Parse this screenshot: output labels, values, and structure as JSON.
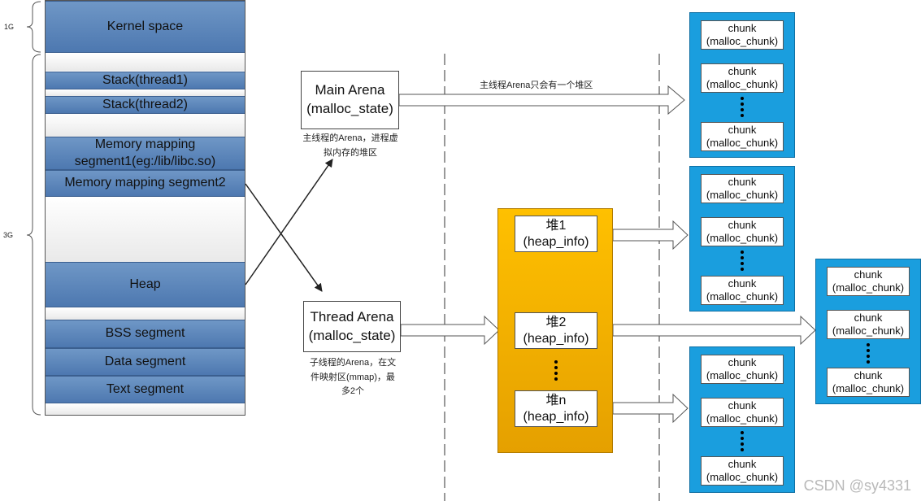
{
  "memory_layout": {
    "label_1g": "1G",
    "label_3g": "3G",
    "segments": {
      "kernel": "Kernel space",
      "stack1": "Stack(thread1)",
      "stack2": "Stack(thread2)",
      "mmap1_line1": "Memory mapping",
      "mmap1_line2": "segment1(eg:/lib/libc.so)",
      "mmap2": "Memory mapping segment2",
      "heap": "Heap",
      "bss": "BSS segment",
      "data": "Data segment",
      "text": "Text segment"
    }
  },
  "main_arena": {
    "line1": "Main Arena",
    "line2": "(malloc_state)",
    "note_line1": "主线程的Arena，进程虚",
    "note_line2": "拟内存的堆区",
    "arrow_label": "主线程Arena只会有一个堆区"
  },
  "thread_arena": {
    "line1": "Thread Arena",
    "line2": "(malloc_state)",
    "note_line1": "子线程的Arena，在文",
    "note_line2": "件映射区(mmap)，最",
    "note_line3": "多2个"
  },
  "heaps": [
    {
      "line1": "堆1",
      "line2": "(heap_info)"
    },
    {
      "line1": "堆2",
      "line2": "(heap_info)"
    },
    {
      "line1": "堆n",
      "line2": "(heap_info)"
    }
  ],
  "chunk": {
    "line1": "chunk",
    "line2": "(malloc_chunk)"
  },
  "watermark": "CSDN @sy4331",
  "colors": {
    "segment_blue": "#5b86bd",
    "heap_container": "#ffc000",
    "chunk_container": "#1a9ede"
  }
}
